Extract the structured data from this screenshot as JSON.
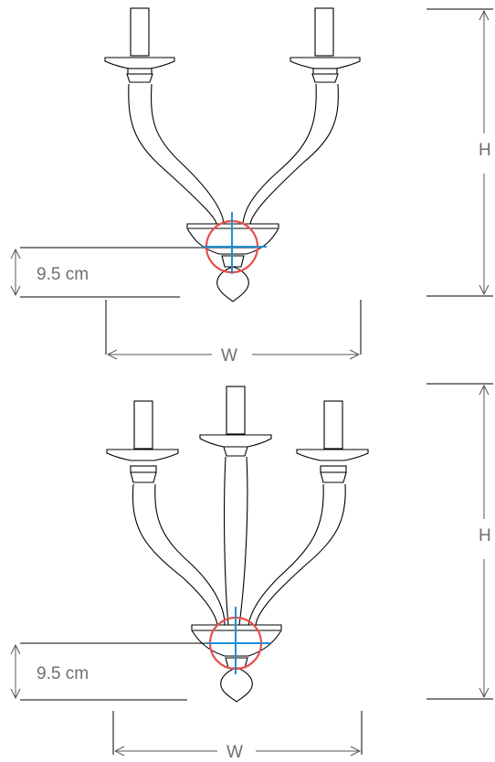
{
  "sconce_2_arm": {
    "mount_offset_label": "9.5 cm",
    "height_label": "H",
    "width_label": "W"
  },
  "sconce_3_arm": {
    "mount_offset_label": "9.5 cm",
    "height_label": "H",
    "width_label": "W"
  },
  "colors": {
    "mount_circle": "#e8504a",
    "mount_cross": "#1f8fd6",
    "line": "#000000",
    "dimension_text": "#6e6e6e"
  }
}
